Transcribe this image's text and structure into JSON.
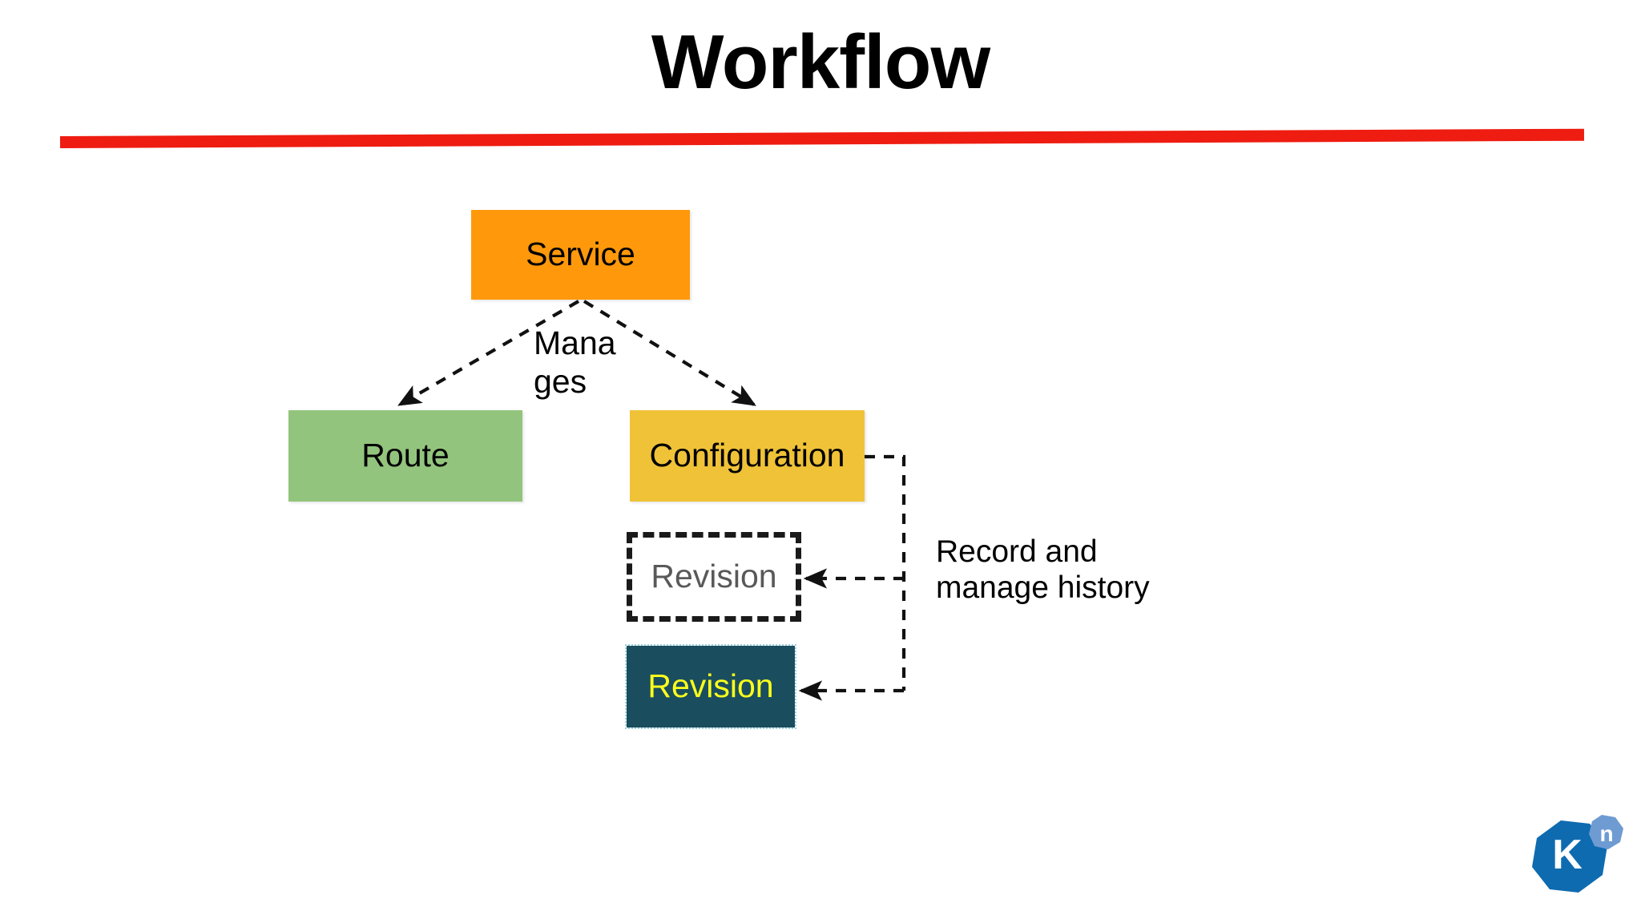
{
  "slide": {
    "title": "Workflow",
    "accent_color": "#EE1C11",
    "background": "#ffffff"
  },
  "diagram": {
    "type": "flow-diagram",
    "nodes": [
      {
        "id": "service",
        "label": "Service",
        "fill": "#FF990B",
        "text_color": "#000000",
        "style": "solid"
      },
      {
        "id": "route",
        "label": "Route",
        "fill": "#93C47D",
        "text_color": "#000000",
        "style": "solid"
      },
      {
        "id": "configuration",
        "label": "Configuration",
        "fill": "#EFC238",
        "text_color": "#000000",
        "style": "solid"
      },
      {
        "id": "revision-placeholder",
        "label": "Revision",
        "fill": "transparent",
        "text_color": "#595959",
        "style": "dashed-outline"
      },
      {
        "id": "revision-active",
        "label": "Revision",
        "fill": "#1A4E5E",
        "text_color": "#FBFF1C",
        "style": "solid-selected"
      }
    ],
    "edges": [
      {
        "id": "service-to-route",
        "from": "service",
        "to": "route",
        "label": "Manages",
        "style": "dashed",
        "arrow": "end"
      },
      {
        "id": "service-to-configuration",
        "from": "service",
        "to": "configuration",
        "label": "Manages",
        "style": "dashed",
        "arrow": "end"
      },
      {
        "id": "configuration-to-revisions",
        "from": "configuration",
        "to": "revision-placeholder, revision-active",
        "label": "Record and manage history",
        "style": "dashed",
        "arrow": "end"
      }
    ],
    "labels": {
      "manages": "Manages",
      "record_history_line1": "Record and",
      "record_history_line2": "manage history"
    }
  },
  "logo": {
    "name": "knative-logo",
    "primary_letter": "K",
    "secondary_letter": "n",
    "primary_color": "#0F6BB0",
    "secondary_color": "#6E9BD2"
  }
}
